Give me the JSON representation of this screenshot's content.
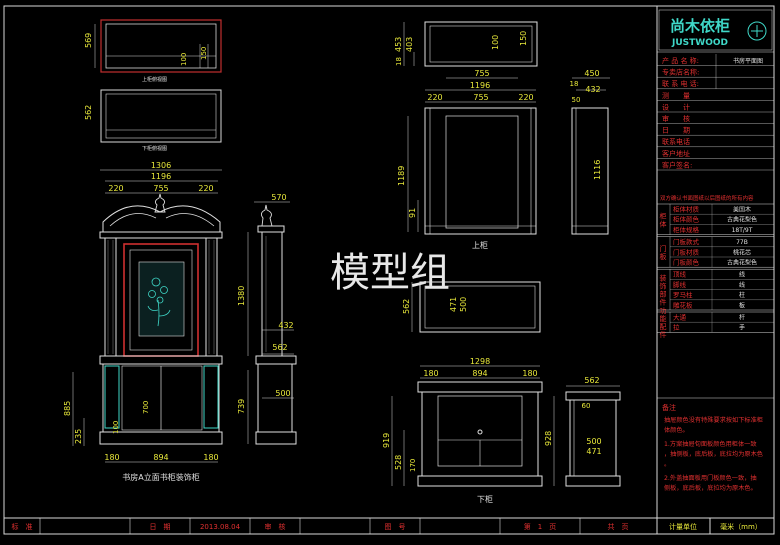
{
  "watermark": "模型组",
  "brand": {
    "cn": "尚木依柜",
    "en": "JUSTWOOD"
  },
  "info_rows": [
    {
      "label": "产 品 名 称:",
      "value": "书房平面图"
    },
    {
      "label": "专卖店名称:",
      "value": ""
    },
    {
      "label": "联 系 电 话:",
      "value": ""
    },
    {
      "label": "测　　量",
      "value": ""
    },
    {
      "label": "设　　计",
      "value": ""
    },
    {
      "label": "审　　核",
      "value": ""
    },
    {
      "label": "日　　期",
      "value": ""
    },
    {
      "label": "联系电话",
      "value": ""
    },
    {
      "label": "客户地址",
      "value": ""
    },
    {
      "label": "客户签名:",
      "value": ""
    }
  ],
  "notice": "双方确认书面图纸以后图纸的所有内容",
  "cabinet_group": {
    "label": "柜体",
    "rows": [
      {
        "label": "柜体材质",
        "value": "美国木"
      },
      {
        "label": "柜体颜色",
        "value": "古典花梨色"
      },
      {
        "label": "柜体规格",
        "value": "18T/9T"
      }
    ]
  },
  "door_group": {
    "label": "门板",
    "rows": [
      {
        "label": "门板款式",
        "value": "77B"
      },
      {
        "label": "门板材质",
        "value": "桃花芯"
      },
      {
        "label": "门板颜色",
        "value": "古典花梨色"
      }
    ]
  },
  "parts_group": {
    "label": "装饰部件",
    "rows": [
      {
        "label": "顶线",
        "value": "线"
      },
      {
        "label": "脚线",
        "value": "线"
      },
      {
        "label": "罗马柱",
        "value": "柱"
      },
      {
        "label": "雕花板",
        "value": "板"
      }
    ]
  },
  "fittings_group": {
    "label": "功能配件",
    "rows": [
      {
        "label": "大通",
        "value": "杆"
      },
      {
        "label": "拉",
        "value": "手"
      }
    ]
  },
  "notes": {
    "title": "备注",
    "lines": [
      "抽屉颜色没有特殊要求按如下标准柜体颜色。",
      "1.方案抽屉旬面板颜色用柜体一致，抽侧板，底后板，底拉均为原木色。",
      "2.外盖抽面板用门板颜色一致，抽侧板，底后板，底拉均为原木色。"
    ]
  },
  "bottom_bar": {
    "cells": [
      "标　准",
      "日　期",
      "2013.08.04",
      "审　核",
      "",
      "图　号",
      "",
      "第　1　页",
      "共　页"
    ],
    "unit_label": "计量单位",
    "unit_value": "毫米（mm）"
  },
  "views": {
    "front_title": "书房A立面书柜装饰柜",
    "upper_title": "上柜",
    "lower_title": "下柜",
    "top_plan_small_label": "上柜俯视图",
    "bottom_plan_small_label": "下柜俯视图"
  },
  "dims": {
    "front_width": "1306",
    "front_inner": "1196",
    "front_parts": [
      "220",
      "755",
      "220"
    ],
    "front_height_upper": "1380",
    "front_height_lower": "885",
    "front_bottom": [
      "180",
      "894",
      "180"
    ],
    "front_door_h": "700",
    "front_base": "235",
    "front_side": "100",
    "plan_top": [
      "569",
      "150",
      "100"
    ],
    "plan_bottom": "562",
    "side_depth": "570",
    "side_parts": [
      "432",
      "562",
      "500"
    ],
    "side_height": "739",
    "upper_top_plan": [
      "453",
      "18",
      "403",
      "100",
      "150"
    ],
    "upper_widths": [
      "755",
      "1196"
    ],
    "upper_parts": [
      "220",
      "755",
      "220"
    ],
    "upper_height": "1189",
    "upper_base": "91",
    "upper_side": [
      "450",
      "18",
      "432",
      "50"
    ],
    "upper_side_h": "1116",
    "lower_plan": [
      "562",
      "471",
      "500"
    ],
    "lower_width": "1298",
    "lower_parts": [
      "180",
      "894",
      "180"
    ],
    "lower_heights": [
      "919",
      "528",
      "170"
    ],
    "lower_side": [
      "562",
      "60",
      "500",
      "471",
      "928"
    ]
  }
}
